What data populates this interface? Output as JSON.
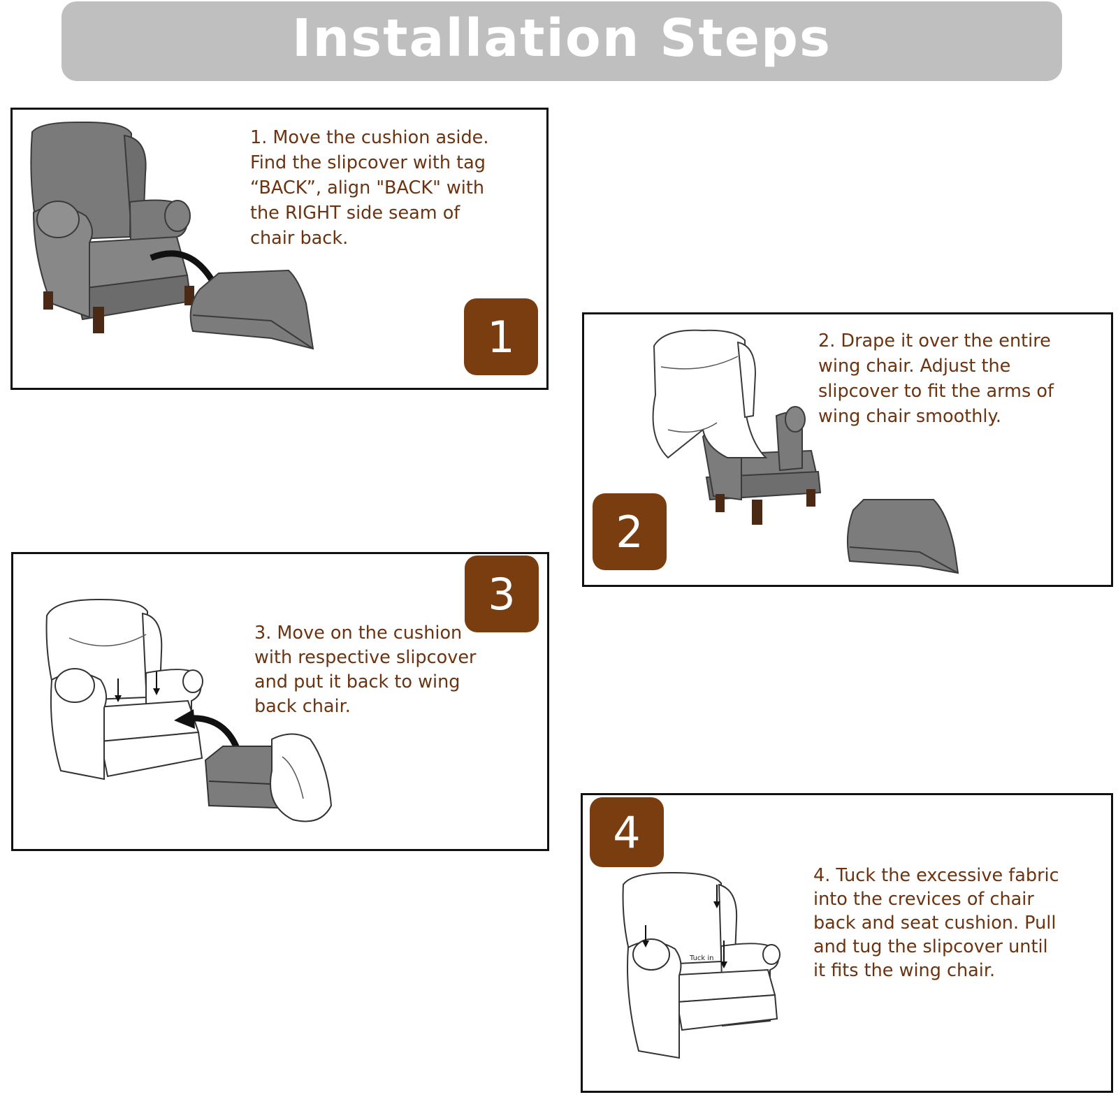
{
  "header": {
    "title": "Installation Steps"
  },
  "steps": [
    {
      "number": "1",
      "text": "1. Move the cushion aside.\nFind the slipcover with tag\n“BACK”, align \"BACK\" with\n the RIGHT side seam of\nchair back."
    },
    {
      "number": "2",
      "text": "2. Drape it over the entire\nwing chair. Adjust the\nslipcover to fit the arms of\nwing chair smoothly."
    },
    {
      "number": "3",
      "text": "3. Move on the cushion\nwith respective slipcover\nand put it back to wing\nback chair."
    },
    {
      "number": "4",
      "text": "4. Tuck the excessive fabric\ninto the crevices of chair\nback and seat cushion. Pull\nand tug the slipcover until\nit fits the wing chair.",
      "illustration_label": "Tuck in"
    }
  ],
  "colors": {
    "banner": "#bfbfbf",
    "badge": "#7a3d0f",
    "text": "#6b3310",
    "chair_gray": "#7a7a7a",
    "legs": "#4a2a15"
  }
}
